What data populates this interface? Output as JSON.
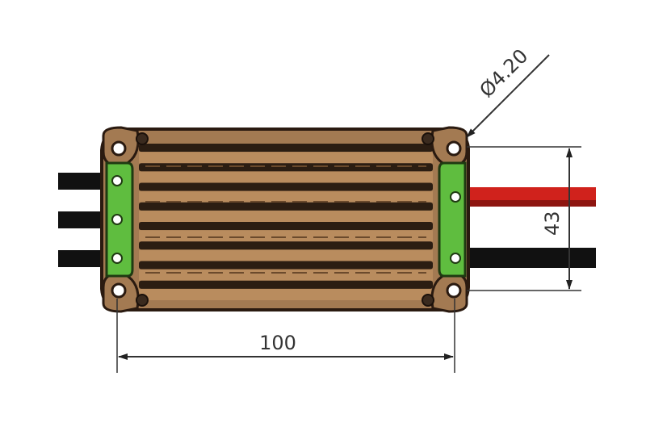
{
  "dimensions": {
    "diameter_label": "Ø4.20",
    "height_label": "43",
    "width_label": "100"
  },
  "colors": {
    "body_fill": "#a37a52",
    "body_outline": "#2a1a10",
    "fin_dark": "#2b1d12",
    "fin_light": "#b98c5e",
    "end_cap_green": "#5fbd3f",
    "wire_black": "#111111",
    "wire_red": "#d0221c",
    "dimension_line": "#333333"
  },
  "parts": {
    "left_wires": 3,
    "right_wires": [
      "red",
      "black"
    ],
    "fins": 8
  }
}
